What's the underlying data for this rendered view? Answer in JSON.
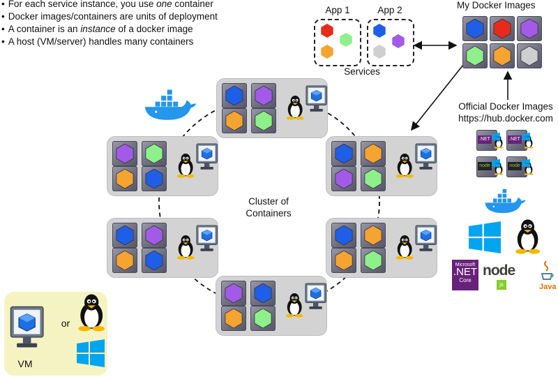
{
  "bullets": [
    {
      "pre": "For each service instance, you use ",
      "em": "one",
      "post": " container"
    },
    {
      "pre": "Docker images/containers are units of deployment",
      "em": "",
      "post": ""
    },
    {
      "pre": "A container is an ",
      "em": "instance",
      "post": " of a docker image"
    },
    {
      "pre": "A host (VM/server) handles many containers",
      "em": "",
      "post": ""
    }
  ],
  "labels": {
    "app1": "App 1",
    "app2": "App 2",
    "services": "Services",
    "my_images": "My Docker Images",
    "official_images_line1": "Official Docker Images",
    "official_images_line2": "https://hub.docker.com",
    "cluster_line1": "Cluster of",
    "cluster_line2": "Containers",
    "vm": "VM",
    "or": "or"
  },
  "logo_text": {
    "net_small": ".NET",
    "net_brand": "Microsoft",
    "net_big": ".NET",
    "net_core": "Core",
    "node": "node",
    "node_js": "js",
    "java": "Java"
  },
  "colors": {
    "red": "#e8291c",
    "blue": "#1f5ee8",
    "green": "#8ef08a",
    "purple": "#a35ae8",
    "orange": "#f5a431",
    "gray": "#cfcfcf",
    "node_bg": "#d3d3d3",
    "vm_bg": "#f6f3c2",
    "docker_blue": "#2496ed",
    "windows_blue": "#00a4ef",
    "net_purple": "#68217a",
    "node_green": "#83cd29"
  },
  "icons": {
    "container_host_os": "linux-penguin-icon",
    "container_host_vm": "vm-monitor-icon",
    "docker": "docker-whale-icon",
    "windows": "windows-logo-icon"
  }
}
